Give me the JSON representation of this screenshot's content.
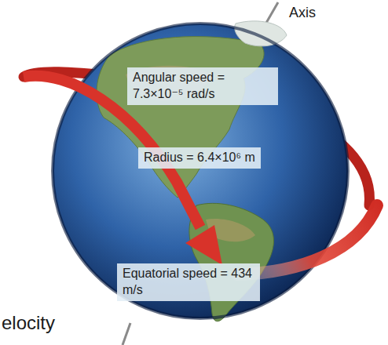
{
  "diagram": {
    "nodes": [
      {
        "text": [
          "Angular speed = 7.3×10⁻⁵ rad/s"
        ]
      },
      {
        "text": [
          "Radius = 6.4×10⁶ m"
        ]
      },
      {
        "text": [
          "Equatorial speed = 434 m/s"
        ]
      }
    ],
    "edges": [],
    "labels": [
      "Axis",
      "elocity"
    ]
  }
}
